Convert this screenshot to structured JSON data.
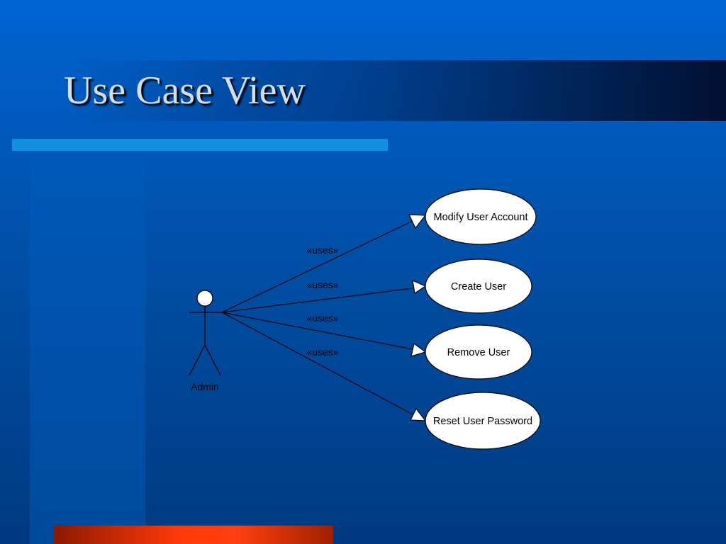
{
  "slide": {
    "title": "Use Case View"
  },
  "colors": {
    "accent_bar": "#1290e0",
    "bottom_bar": "#ff3a0a",
    "title_text": "#d4dde8",
    "use_case_fill": "#ffffff"
  },
  "diagram": {
    "actor": {
      "name": "Admin"
    },
    "relationships": [
      {
        "stereotype": "«uses»",
        "target": "Modify User Account"
      },
      {
        "stereotype": "«uses»",
        "target": "Create User"
      },
      {
        "stereotype": "«uses»",
        "target": "Remove User"
      },
      {
        "stereotype": "«uses»",
        "target": "Reset User Password"
      }
    ],
    "use_cases": [
      {
        "name": "Modify User Account"
      },
      {
        "name": "Create User"
      },
      {
        "name": "Remove User"
      },
      {
        "name": "Reset User Password"
      }
    ]
  }
}
